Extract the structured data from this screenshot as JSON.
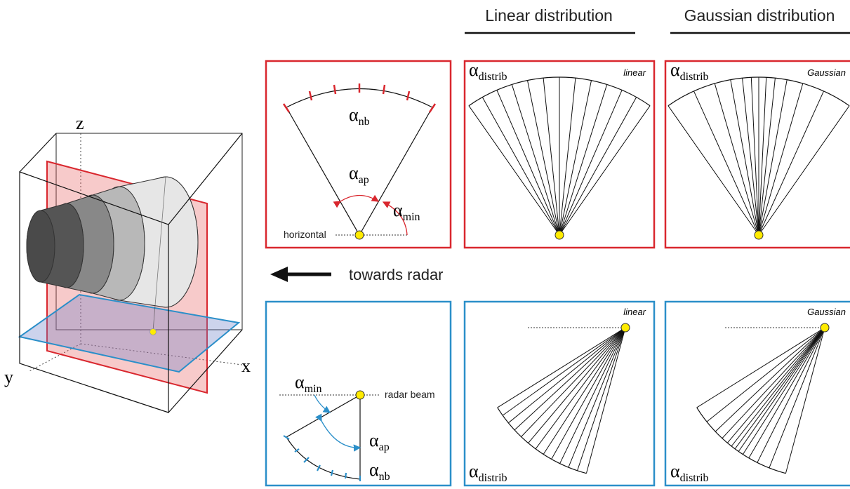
{
  "headers": {
    "linear": "Linear distribution",
    "gaussian": "Gaussian distribution"
  },
  "axes": {
    "z": "z",
    "y": "y",
    "x": "x"
  },
  "arrow_label": "towards radar",
  "alpha": "α",
  "sub": {
    "nb": "nb",
    "ap": "ap",
    "min": "min",
    "distrib": "distrib"
  },
  "labels": {
    "horizontal": "horizontal",
    "radar_beam": "radar beam"
  },
  "tags": {
    "linear": "linear",
    "gaussian": "Gaussian"
  },
  "colors": {
    "vertical_plane": "#d9272e",
    "horizontal_plane": "#2b8fc9",
    "radar": "#ffeb00"
  }
}
